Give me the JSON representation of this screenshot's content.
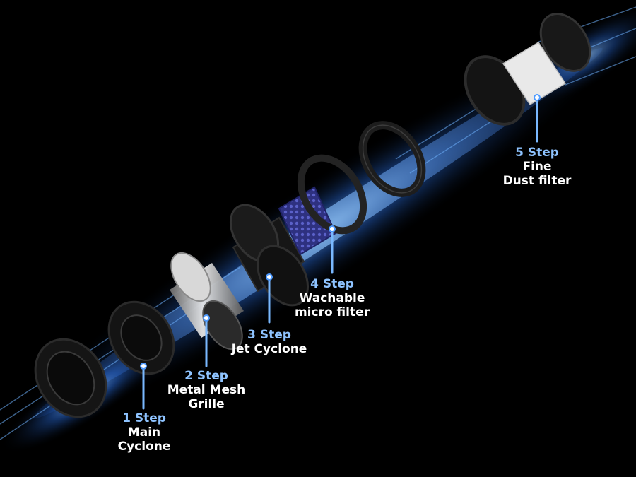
{
  "colors": {
    "background": "#000000",
    "airflow_glow": "#2f7dff",
    "step_label": "#8ec3ff",
    "description": "#ffffff",
    "component_dark": "#141414",
    "filter_silver": "#c9c9c9",
    "micro_filter_mesh": "#3b3f9c"
  },
  "steps": [
    {
      "number_label": "1 Step",
      "desc_line1": "Main",
      "desc_line2": "Cyclone"
    },
    {
      "number_label": "2 Step",
      "desc_line1": "Metal Mesh",
      "desc_line2": "Grille"
    },
    {
      "number_label": "3 Step",
      "desc_line1": "Jet Cyclone",
      "desc_line2": ""
    },
    {
      "number_label": "4 Step",
      "desc_line1": "Wachable",
      "desc_line2": "micro filter"
    },
    {
      "number_label": "5 Step",
      "desc_line1": "Fine",
      "desc_line2": "Dust filter"
    }
  ]
}
